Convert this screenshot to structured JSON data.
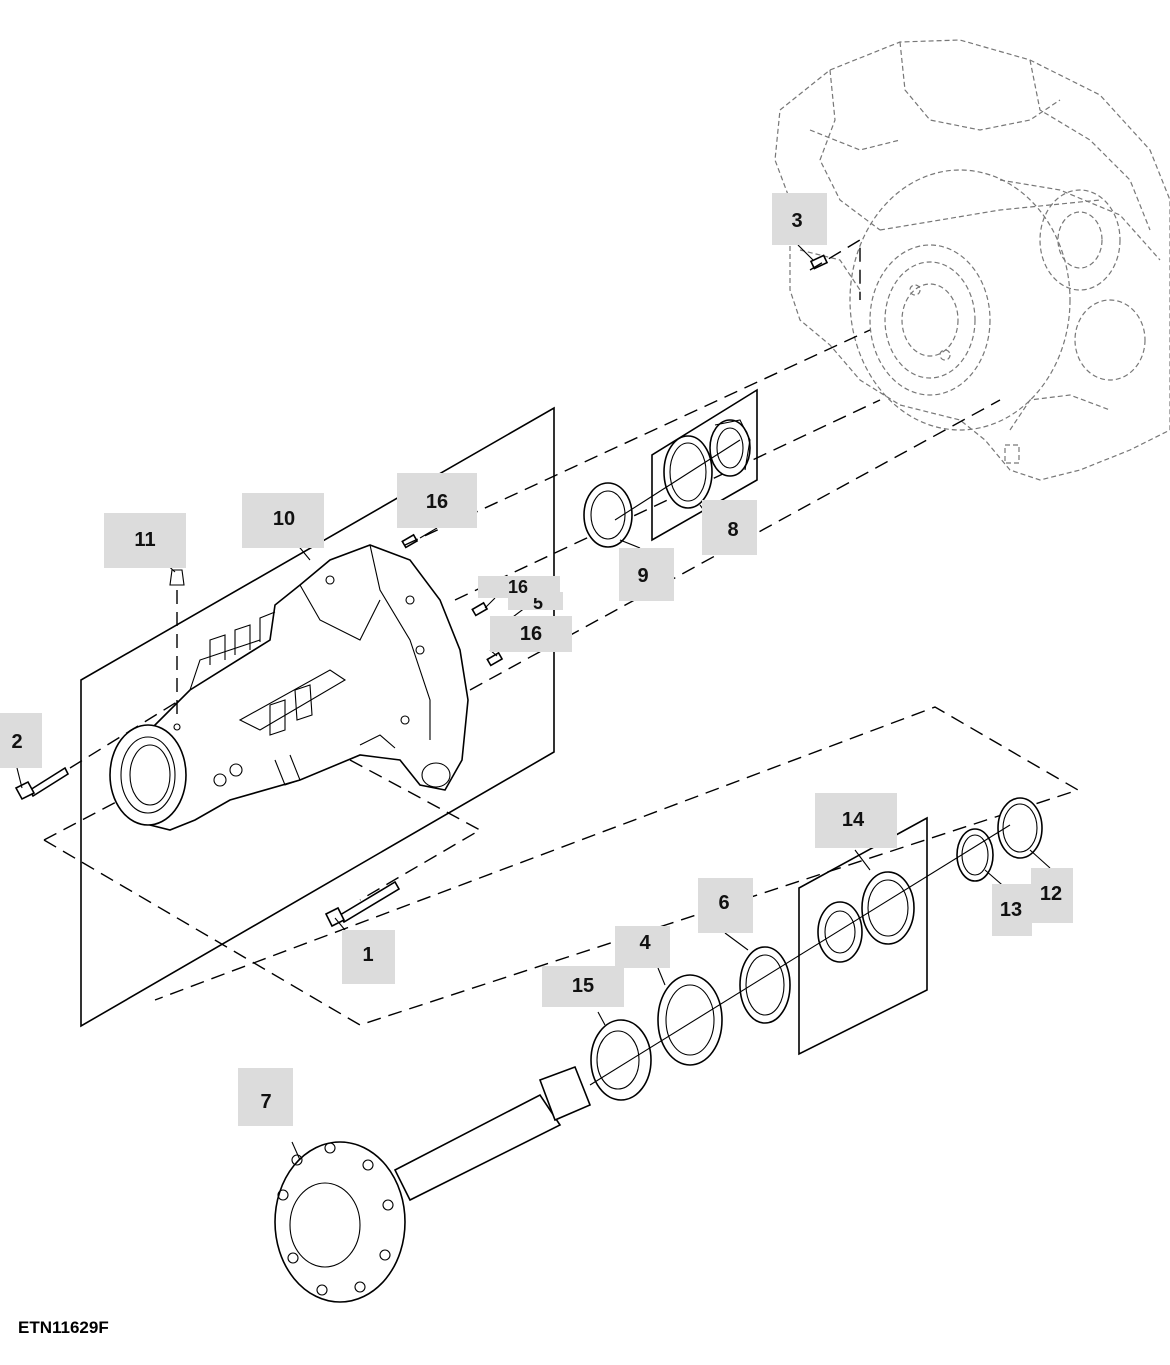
{
  "figure_id": "ETN11629F",
  "callouts": [
    {
      "id": "c1",
      "label": "1"
    },
    {
      "id": "c2",
      "label": "2"
    },
    {
      "id": "c3",
      "label": "3"
    },
    {
      "id": "c4",
      "label": "4"
    },
    {
      "id": "c5",
      "label": "5"
    },
    {
      "id": "c6",
      "label": "6"
    },
    {
      "id": "c7",
      "label": "7"
    },
    {
      "id": "c8",
      "label": "8"
    },
    {
      "id": "c9",
      "label": "9"
    },
    {
      "id": "c10",
      "label": "10"
    },
    {
      "id": "c11",
      "label": "11"
    },
    {
      "id": "c12",
      "label": "12"
    },
    {
      "id": "c13",
      "label": "13"
    },
    {
      "id": "c14",
      "label": "14"
    },
    {
      "id": "c15",
      "label": "15"
    },
    {
      "id": "c16a",
      "label": "16"
    },
    {
      "id": "c16b",
      "label": "16"
    },
    {
      "id": "c16c",
      "label": "16"
    }
  ]
}
